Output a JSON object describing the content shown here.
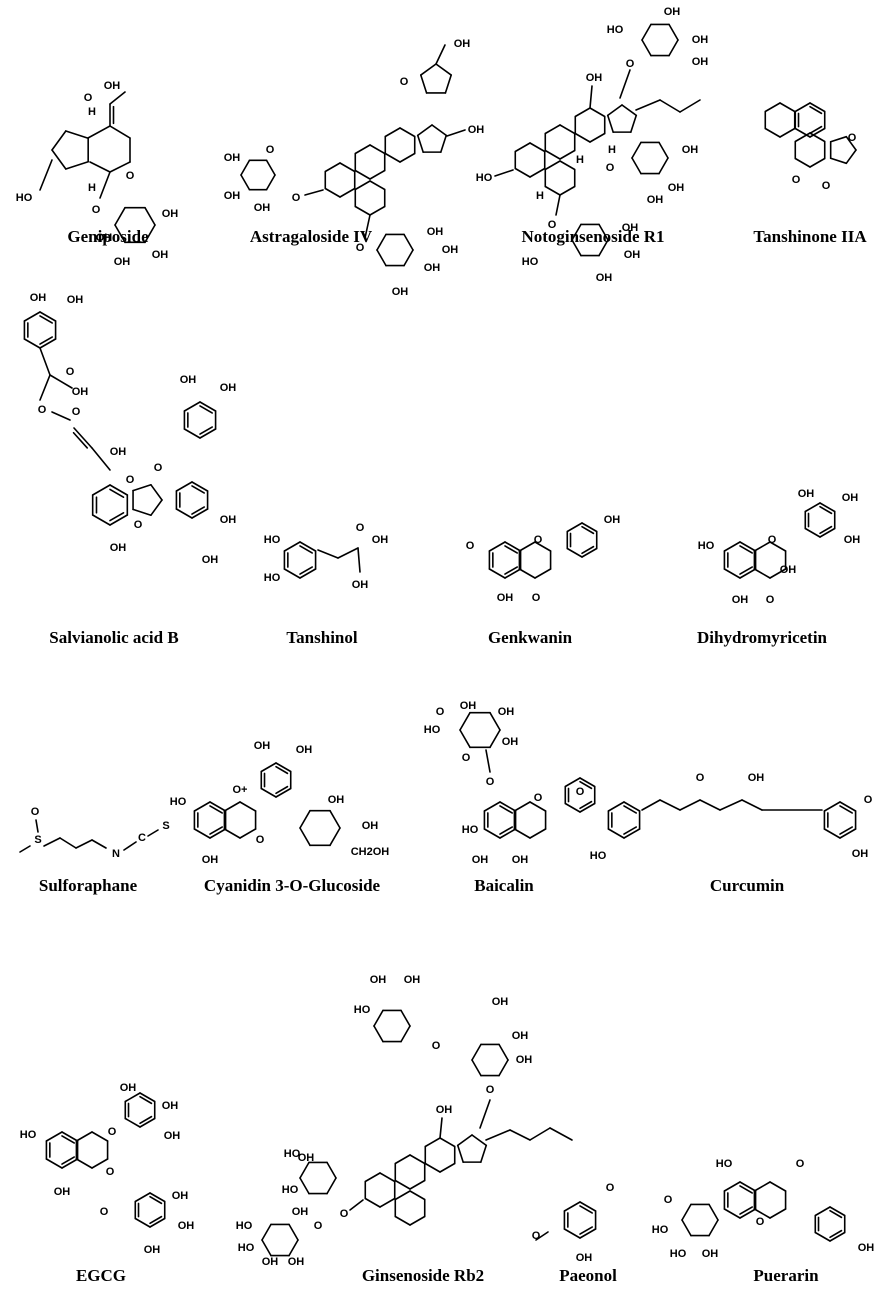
{
  "compounds": [
    {
      "id": "geniposide",
      "label": "Geniposide"
    },
    {
      "id": "astragaloside-iv",
      "label": "Astragaloside IV"
    },
    {
      "id": "notoginsenoside-r1",
      "label": "Notoginsenoside R1"
    },
    {
      "id": "tanshinone-iia",
      "label": "Tanshinone IIA"
    },
    {
      "id": "salvianolic-acid-b",
      "label": "Salvianolic acid B"
    },
    {
      "id": "tanshinol",
      "label": "Tanshinol"
    },
    {
      "id": "genkwanin",
      "label": "Genkwanin"
    },
    {
      "id": "dihydromyricetin",
      "label": "Dihydromyricetin"
    },
    {
      "id": "sulforaphane",
      "label": "Sulforaphane"
    },
    {
      "id": "cyanidin-3-o-glucoside",
      "label": "Cyanidin 3-O-Glucoside"
    },
    {
      "id": "baicalin",
      "label": "Baicalin"
    },
    {
      "id": "curcumin",
      "label": "Curcumin"
    },
    {
      "id": "egcg",
      "label": "EGCG"
    },
    {
      "id": "ginsenoside-rb2",
      "label": "Ginsenoside Rb2"
    },
    {
      "id": "paeonol",
      "label": "Paeonol"
    },
    {
      "id": "puerarin",
      "label": "Puerarin"
    }
  ],
  "atom_labels": {
    "oh": "OH",
    "ho": "HO",
    "o": "O",
    "h": "H",
    "s": "S",
    "n": "N",
    "c": "C",
    "cooh": "OH",
    "ch2oh": "CH2OH",
    "oplus": "O+"
  }
}
